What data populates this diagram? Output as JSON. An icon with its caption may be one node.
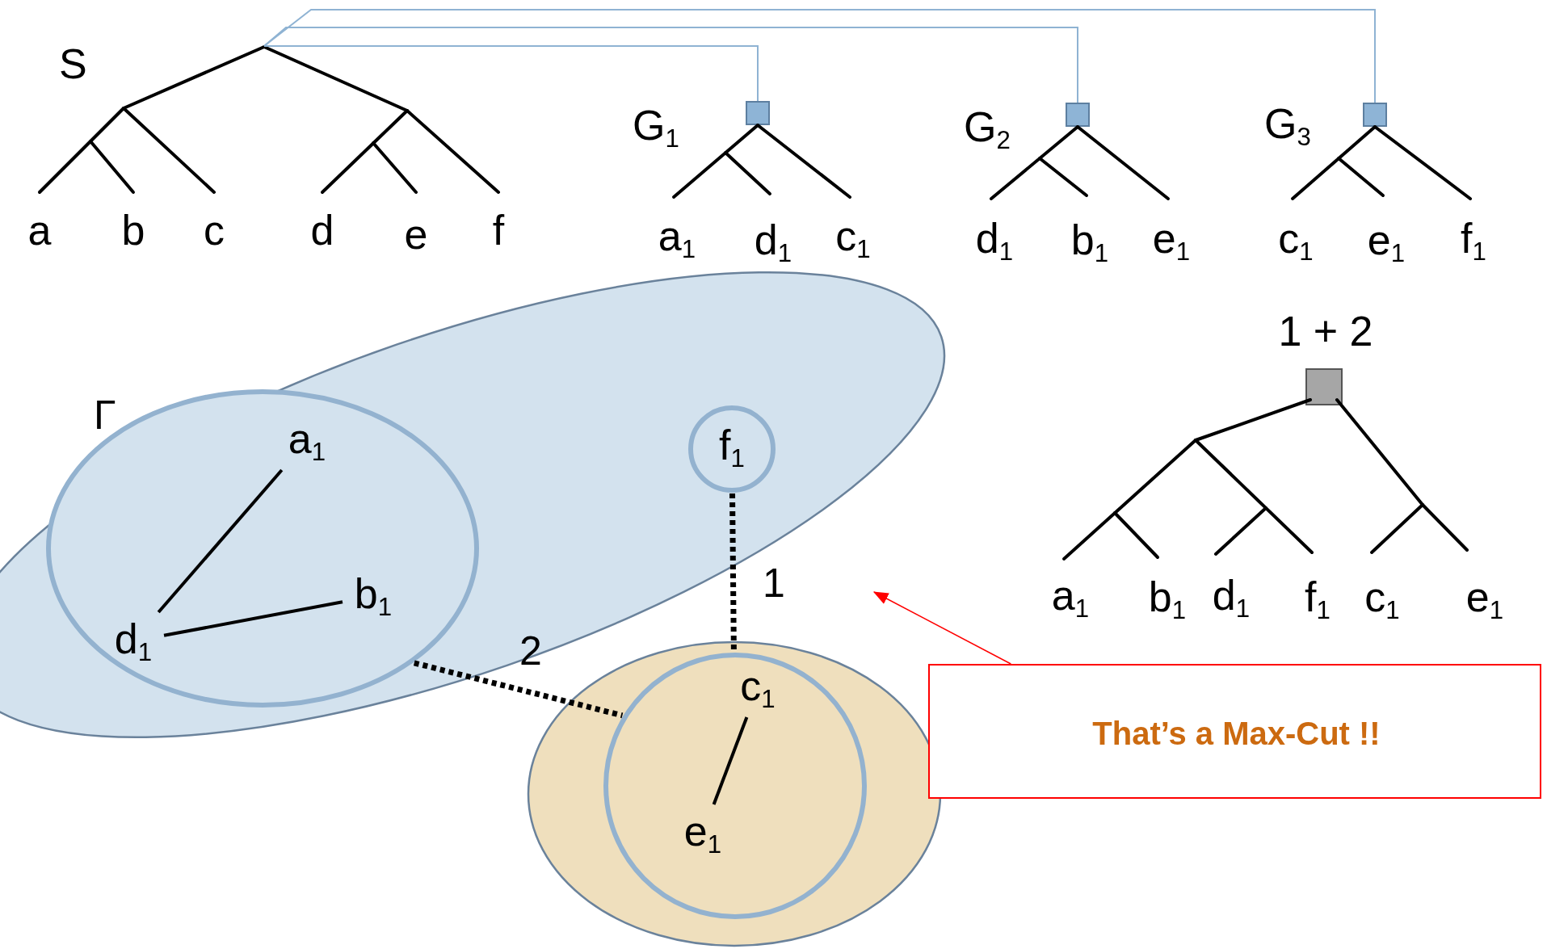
{
  "diagram": {
    "nodes": [
      {
        "text": [],
        "shape": "box"
      },
      {
        "text": [],
        "shape": "box"
      },
      {
        "text": [],
        "shape": "box"
      },
      {
        "text": [],
        "shape": "box",
        "beside": [
          "1 + 2"
        ]
      },
      {
        "text": [
          "Γ"
        ]
      },
      {
        "text": [],
        "shape": "circle",
        "in": 4
      },
      {
        "text": [
          "a$_{1}$"
        ],
        "in": 5
      },
      {
        "text": [
          "d$_{1}$"
        ],
        "in": 5
      },
      {
        "text": [
          "b$_{1}$"
        ],
        "in": 5
      },
      {
        "text": [
          "f$_{1}$"
        ],
        "in": 4
      },
      {
        "text": [],
        "shape": "circle"
      },
      {
        "text": [],
        "shape": "circle",
        "in": 10
      },
      {
        "text": [
          "c$_{1}$"
        ],
        "in": 11
      },
      {
        "text": [
          "e$_{1}$"
        ],
        "in": 11
      },
      {
        "text": [
          "That’s a Max-Cut !!"
        ]
      },
      {
        "text": [
          "S"
        ]
      }
    ],
    "edges": [
      {
        "from": 15,
        "to": 0,
        "arrow": "none",
        "color": "#8fb3d3"
      },
      {
        "from": 15,
        "to": 1,
        "arrow": "none",
        "color": "#8fb3d3"
      },
      {
        "from": 15,
        "to": 2,
        "arrow": "none",
        "color": "#8fb3d3"
      },
      {
        "from": 7,
        "to": 6,
        "arrow": "none"
      },
      {
        "from": 7,
        "to": 8,
        "arrow": "none"
      },
      {
        "from": 9,
        "to": 11,
        "arrow": "none",
        "style": "dashed",
        "label": "1"
      },
      {
        "from": 5,
        "to": 11,
        "arrow": "none",
        "style": "dashed",
        "label": "2"
      },
      {
        "from": 12,
        "to": 13,
        "arrow": "none"
      },
      {
        "from": 14,
        "to": null,
        "arrow": "to",
        "color": "#ff0000"
      }
    ],
    "labels": [
      "a",
      "b",
      "c",
      "d",
      "e",
      "f",
      "G$_{1}$",
      "a$_{1}$",
      "d$_{1}$",
      "c$_{1}$",
      "G$_{2}$",
      "d$_{1}$",
      "b$_{1}$",
      "e$_{1}$",
      "G$_{3}$",
      "c$_{1}$",
      "e$_{1}$",
      "f$_{1}$",
      "a$_{1}$",
      "b$_{1}$",
      "d$_{1}$",
      "f$_{1}$",
      "c$_{1}$",
      "e$_{1}$"
    ]
  }
}
